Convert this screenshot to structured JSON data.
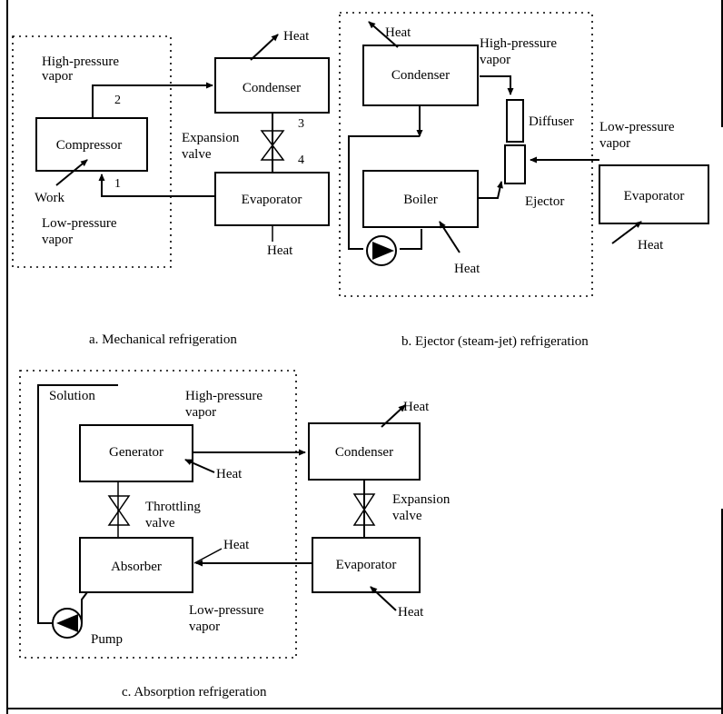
{
  "mechanical": {
    "high_vapor_1": "High-pressure",
    "high_vapor_2": "vapor",
    "compressor": "Compressor",
    "condenser": "Condenser",
    "evaporator": "Evaporator",
    "expansion_1": "Expansion",
    "expansion_2": "valve",
    "work": "Work",
    "low_vapor_1": "Low-pressure",
    "low_vapor_2": "vapor",
    "heat_top": "Heat",
    "heat_bottom": "Heat",
    "n1": "1",
    "n2": "2",
    "n3": "3",
    "n4": "4",
    "caption": "a. Mechanical refrigeration"
  },
  "ejector": {
    "heat_condenser": "Heat",
    "condenser": "Condenser",
    "high_vapor_1": "High-pressure",
    "high_vapor_2": "vapor",
    "diffuser": "Diffuser",
    "low_vapor_1": "Low-pressure",
    "low_vapor_2": "vapor",
    "boiler": "Boiler",
    "ejector": "Ejector",
    "evaporator": "Evaporator",
    "heat_evap": "Heat",
    "heat_boiler": "Heat",
    "caption": "b. Ejector (steam-jet) refrigeration"
  },
  "absorption": {
    "solution": "Solution",
    "high_vapor_1": "High-pressure",
    "high_vapor_2": "vapor",
    "heat_condenser": "Heat",
    "generator": "Generator",
    "condenser": "Condenser",
    "heat_generator": "Heat",
    "throttling_1": "Throttling",
    "throttling_2": "valve",
    "expansion_1": "Expansion",
    "expansion_2": "valve",
    "heat_absorber": "Heat",
    "absorber": "Absorber",
    "evaporator": "Evaporator",
    "low_vapor_1": "Low-pressure",
    "low_vapor_2": "vapor",
    "heat_evap": "Heat",
    "pump": "Pump",
    "caption": "c. Absorption refrigeration"
  }
}
